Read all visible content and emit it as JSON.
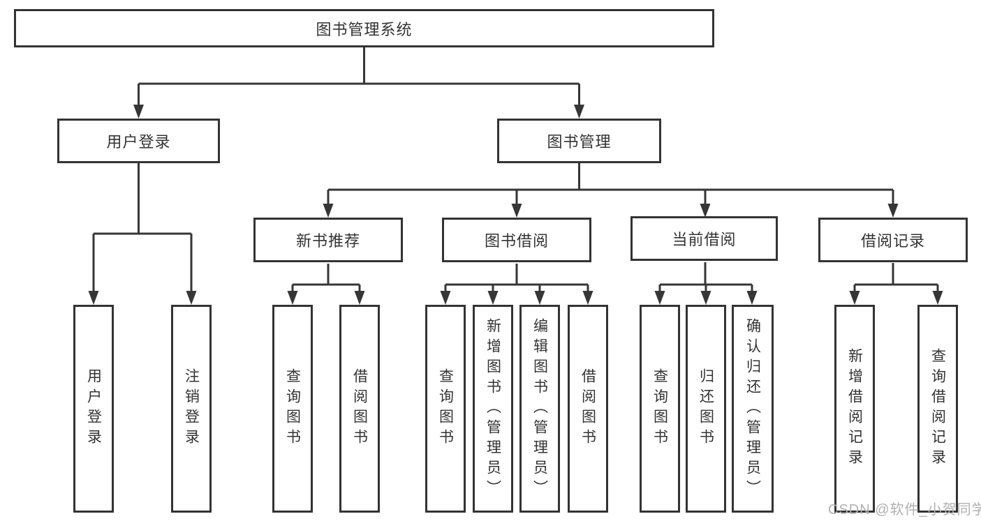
{
  "tree": {
    "root": "图书管理系统",
    "branches": [
      {
        "label": "用户登录",
        "leaves": [
          "用户登录",
          "注销登录"
        ]
      },
      {
        "label": "图书管理",
        "groups": [
          {
            "label": "新书推荐",
            "leaves": [
              "查询图书",
              "借阅图书"
            ]
          },
          {
            "label": "图书借阅",
            "leaves": [
              "查询图书",
              "新增图书（管理员）",
              "编辑图书（管理员）",
              "借阅图书"
            ]
          },
          {
            "label": "当前借阅",
            "leaves": [
              "查询图书",
              "归还图书",
              "确认归还（管理员）"
            ]
          },
          {
            "label": "借阅记录",
            "leaves": [
              "新增借阅记录",
              "查询借阅记录"
            ]
          }
        ]
      }
    ]
  },
  "watermark": "CSDN @软件_小贺同学",
  "colors": {
    "line": "#363636",
    "box_border": "#333333",
    "box_bg": "#ffffff",
    "text": "#333333",
    "watermark": "#b0b0b0"
  }
}
